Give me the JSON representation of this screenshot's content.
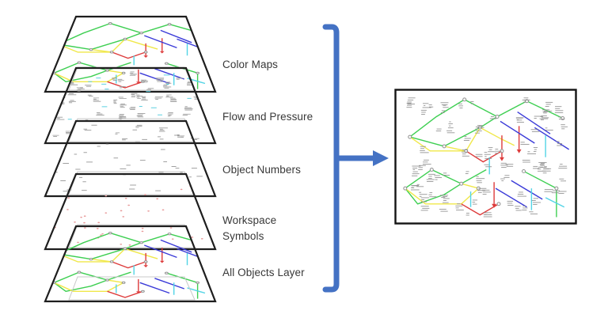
{
  "diagram": {
    "layers": [
      {
        "id": "color-maps",
        "label": "Color Maps"
      },
      {
        "id": "flow-and-pressure",
        "label": "Flow and Pressure"
      },
      {
        "id": "object-numbers",
        "label": "Object Numbers"
      },
      {
        "id": "workspace-symbols",
        "label": "Workspace Symbols"
      },
      {
        "id": "all-objects-layer",
        "label": "All Objects Layer"
      }
    ],
    "connector": {
      "icons": [
        "brace-icon",
        "arrow-right-icon"
      ],
      "color": "#4472C4"
    },
    "combined_map": {
      "border_color": "#141414"
    },
    "palette": {
      "pipe_green": "#3ecf52",
      "pipe_yellow": "#f0e84a",
      "pipe_red": "#dd3a3a",
      "pipe_blue": "#3a3ad8",
      "pipe_cyan": "#52d4e6",
      "pipe_gray": "#b2b2b2",
      "symbol_pink": "#e89b9b",
      "text_speck_gray": "#9b9b9b",
      "plane_border": "#1e1e1e"
    }
  }
}
